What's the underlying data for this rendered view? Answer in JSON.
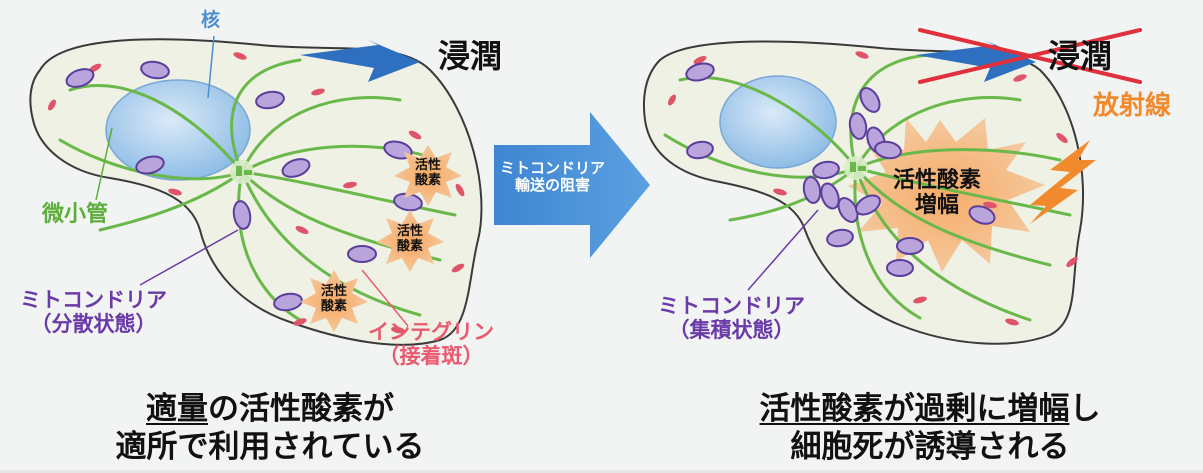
{
  "colors": {
    "cell_fill": "#eef1e4",
    "cell_stroke": "#3a3a3a",
    "nucleus": "#a9cdeb",
    "microtubule": "#6ab84a",
    "mitochondria": "#6a4fa8",
    "integrin": "#e0546a",
    "ros": "#f08a2c",
    "invasion_arrow": "#2f6fc0",
    "blocked_cross": "#e0303c",
    "transport_arrow": "#4a90d6",
    "label_green": "#5cae3a",
    "label_purple": "#6a3aa8",
    "label_pink": "#ea5a6e",
    "label_orange": "#f08a2c",
    "label_blue": "#4c8fcf"
  },
  "left_panel": {
    "nucleus_label": "核",
    "invasion_label": "浸潤",
    "microtubule_label": "微小管",
    "ros_label": "活性\n酸素",
    "mitochondria_label": "ミトコンドリア\n（分散状態）",
    "integrin_label": "インテグリン\n（接着斑）",
    "caption_underlined": "適量",
    "caption_rest_line1": "の活性酸素が",
    "caption_line2": "適所で利用されている"
  },
  "center_arrow": {
    "label": "ミトコンドリア\n輸送の阻害"
  },
  "right_panel": {
    "invasion_label": "浸潤",
    "radiation_label": "放射線",
    "ros_amplified_label": "活性酸素\n増幅",
    "mitochondria_label": "ミトコンドリア\n（集積状態）",
    "caption_underlined": "活性酸素が過剰に増幅",
    "caption_rest_line1": "し",
    "caption_line2": "細胞死が誘導される"
  }
}
